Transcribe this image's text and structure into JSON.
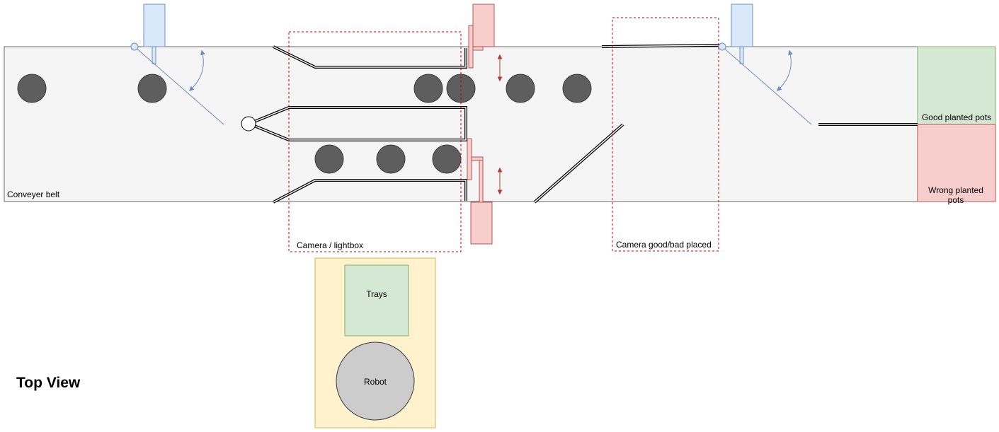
{
  "labels": {
    "conveyor": "Conveyer belt",
    "camera_lightbox": "Camera / lightbox",
    "camera_good_bad": "Camera good/bad placed",
    "good_pots": "Good planted pots",
    "wrong_pots_line1": "Wrong planted",
    "wrong_pots_line2": "pots",
    "trays": "Trays",
    "robot": "Robot",
    "view_title": "Top View"
  },
  "colors": {
    "belt_fill": "#f5f5f5",
    "belt_stroke": "#666666",
    "pot_fill": "#5e5e5e",
    "sensor_blue_fill": "#dae8fc",
    "sensor_blue_stroke": "#6c8ebf",
    "pusher_red_fill": "#f8cecc",
    "pusher_red_stroke": "#b85450",
    "good_green_fill": "#d5e8d4",
    "good_green_stroke": "#82b366",
    "cell_yellow_fill": "#fff2cc",
    "cell_yellow_stroke": "#d6b656",
    "robot_fill": "#cccccc",
    "camera_box_stroke": "#cc0000"
  }
}
